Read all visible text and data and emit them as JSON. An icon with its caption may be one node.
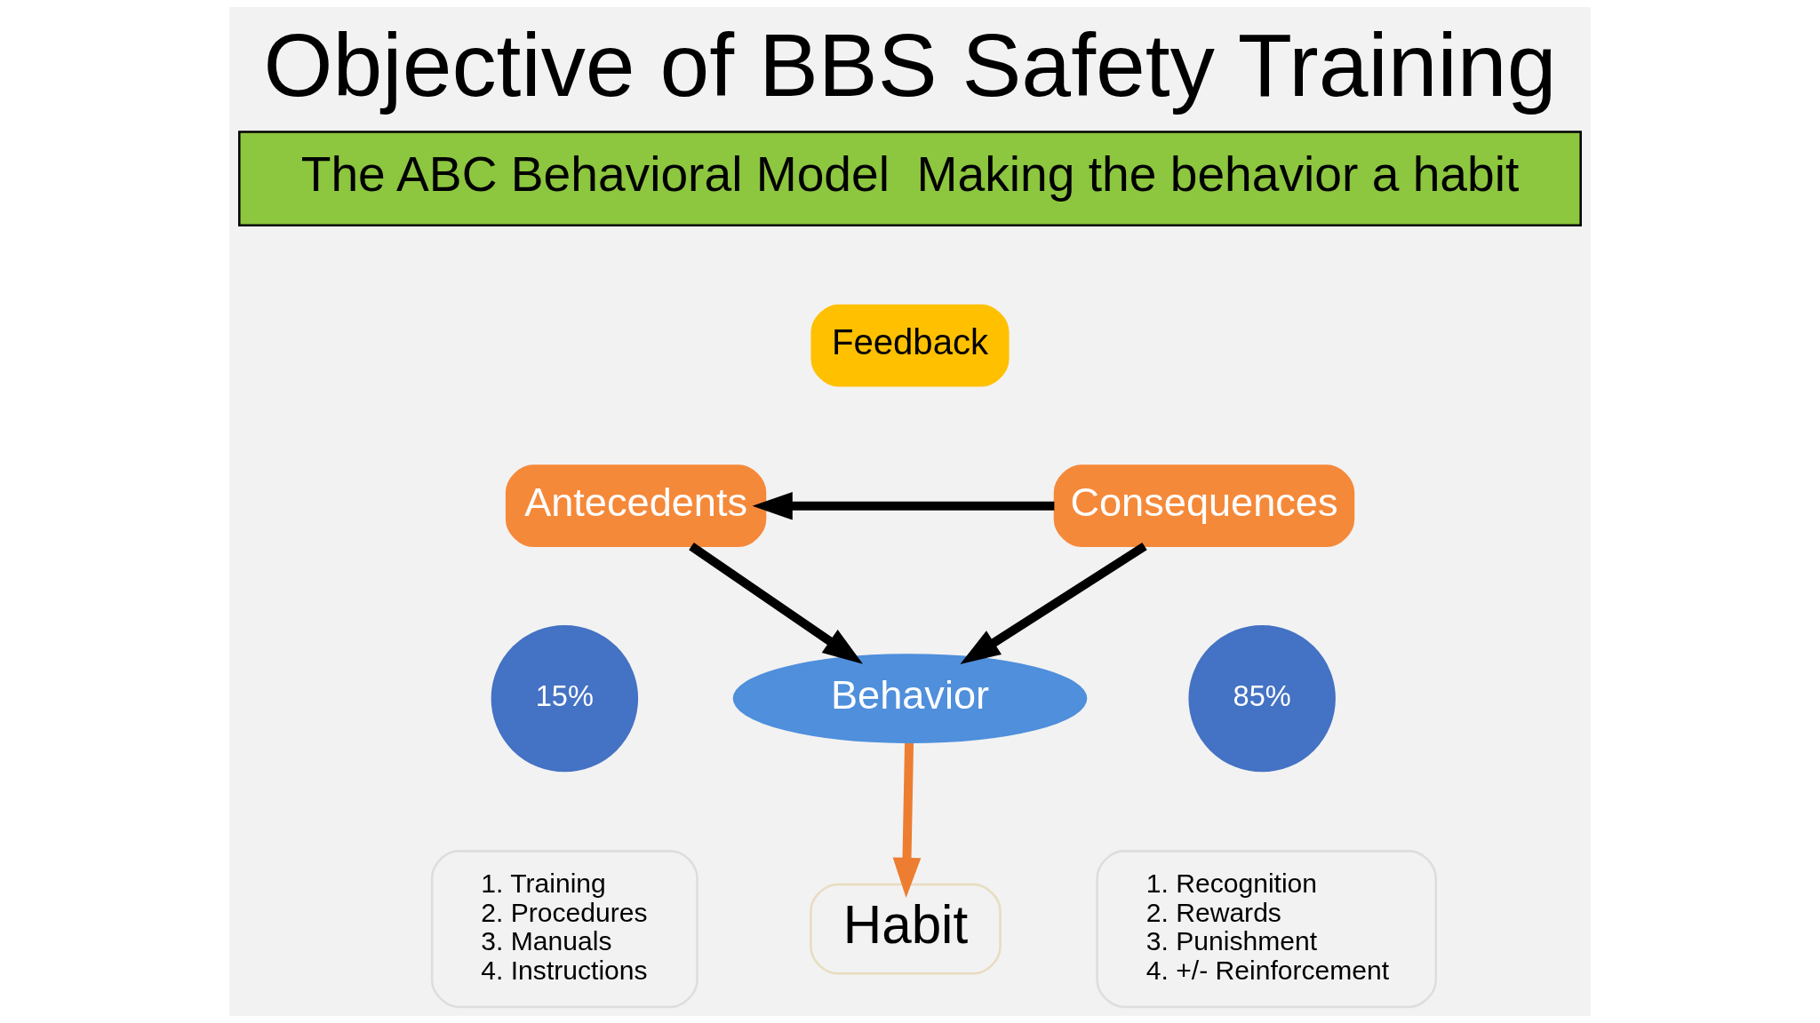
{
  "diagram": {
    "title": "Objective of BBS Safety Training",
    "nodes": [
      {
        "text": [
          "The ABC Behavioral Model  Making the behavior a habit"
        ]
      },
      {
        "text": [
          "Feedback"
        ]
      },
      {
        "text": [
          "Antecedents"
        ]
      },
      {
        "text": [
          "Consequences"
        ]
      },
      {
        "text": [
          "Behavior"
        ]
      },
      {
        "text": [
          "15%"
        ]
      },
      {
        "text": [
          "1. Training",
          "2. Procedures",
          "3. Manuals",
          "4. Instructions"
        ]
      },
      {
        "text": [
          "85%"
        ]
      },
      {
        "text": [
          "1. Recognition",
          "2. Rewards",
          "3. Punishment",
          "4. +/- Reinforcement"
        ]
      },
      {
        "text": [
          "Habit"
        ]
      }
    ],
    "edges": [
      {
        "from": 3,
        "to": 2,
        "arrow": "to"
      },
      {
        "from": 2,
        "to": 4,
        "arrow": "to"
      },
      {
        "from": 3,
        "to": 4,
        "arrow": "to"
      },
      {
        "from": 4,
        "to": 9,
        "arrow": "to",
        "color": "#ed7d31"
      }
    ]
  }
}
